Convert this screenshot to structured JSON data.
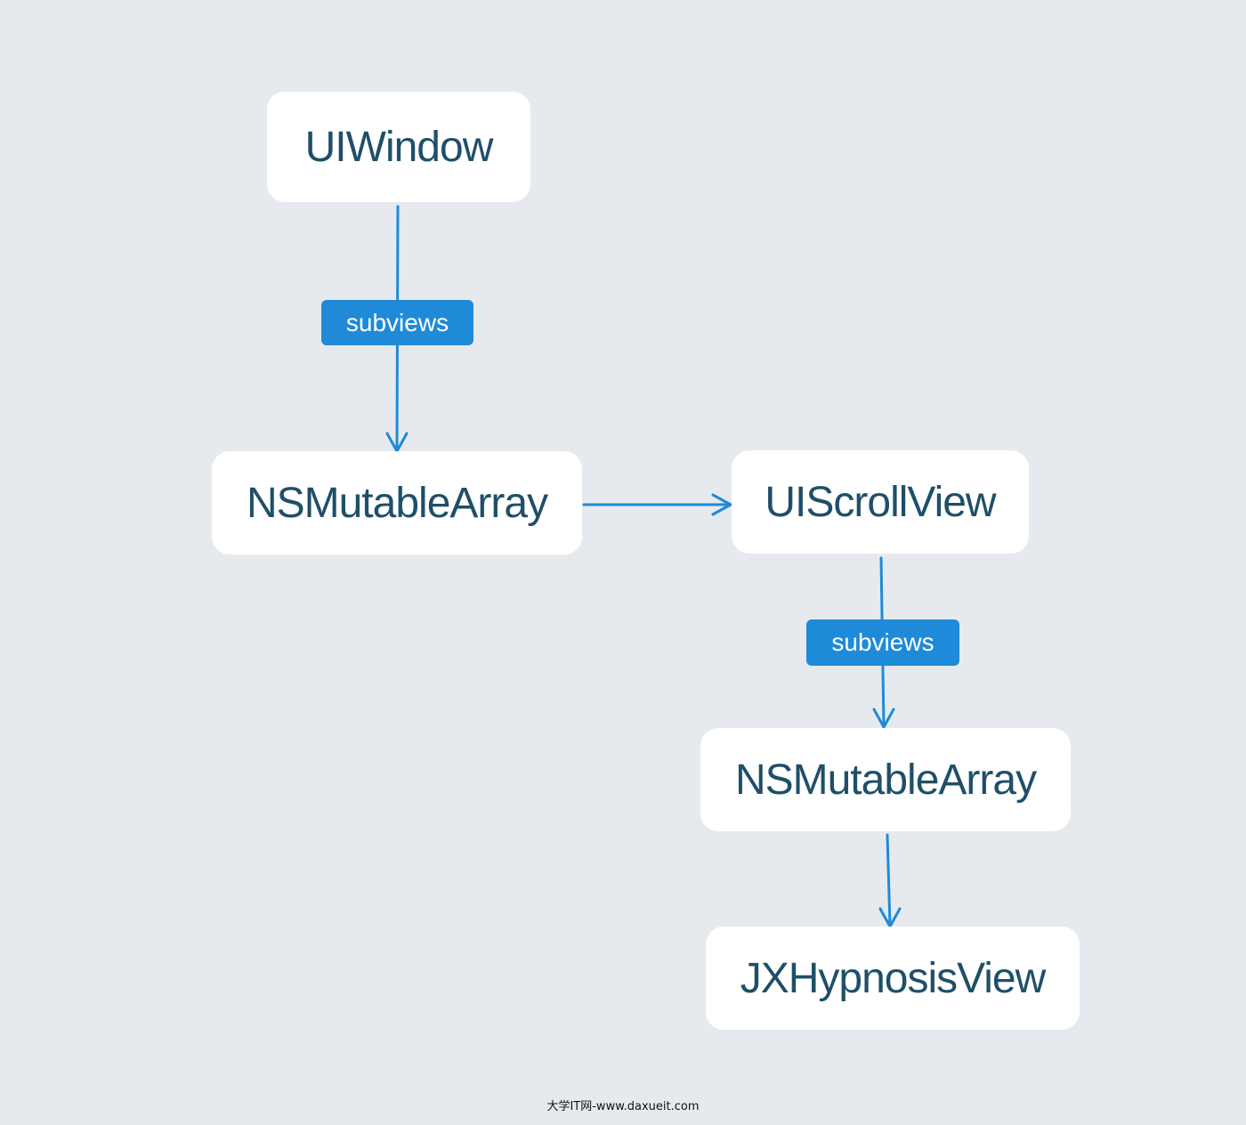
{
  "diagram": {
    "nodes": [
      {
        "id": "uiwindow",
        "label": "UIWindow"
      },
      {
        "id": "nsmutablearray-1",
        "label": "NSMutableArray"
      },
      {
        "id": "uiscrollview",
        "label": "UIScrollView"
      },
      {
        "id": "nsmutablearray-2",
        "label": "NSMutableArray"
      },
      {
        "id": "jxhypnosisview",
        "label": "JXHypnosisView"
      }
    ],
    "edges": [
      {
        "from": "uiwindow",
        "to": "nsmutablearray-1",
        "label": "subviews"
      },
      {
        "from": "nsmutablearray-1",
        "to": "uiscrollview",
        "label": ""
      },
      {
        "from": "uiscrollview",
        "to": "nsmutablearray-2",
        "label": "subviews"
      },
      {
        "from": "nsmutablearray-2",
        "to": "jxhypnosisview",
        "label": ""
      }
    ],
    "colors": {
      "background": "#e6eaee",
      "node_fill": "#ffffff",
      "node_text": "#1f4f68",
      "edge": "#1f8ad8",
      "edge_label_fill": "#1f8ad8",
      "edge_label_text": "#ffffff"
    }
  },
  "footer": {
    "watermark": "大学IT网-www.daxueit.com"
  }
}
